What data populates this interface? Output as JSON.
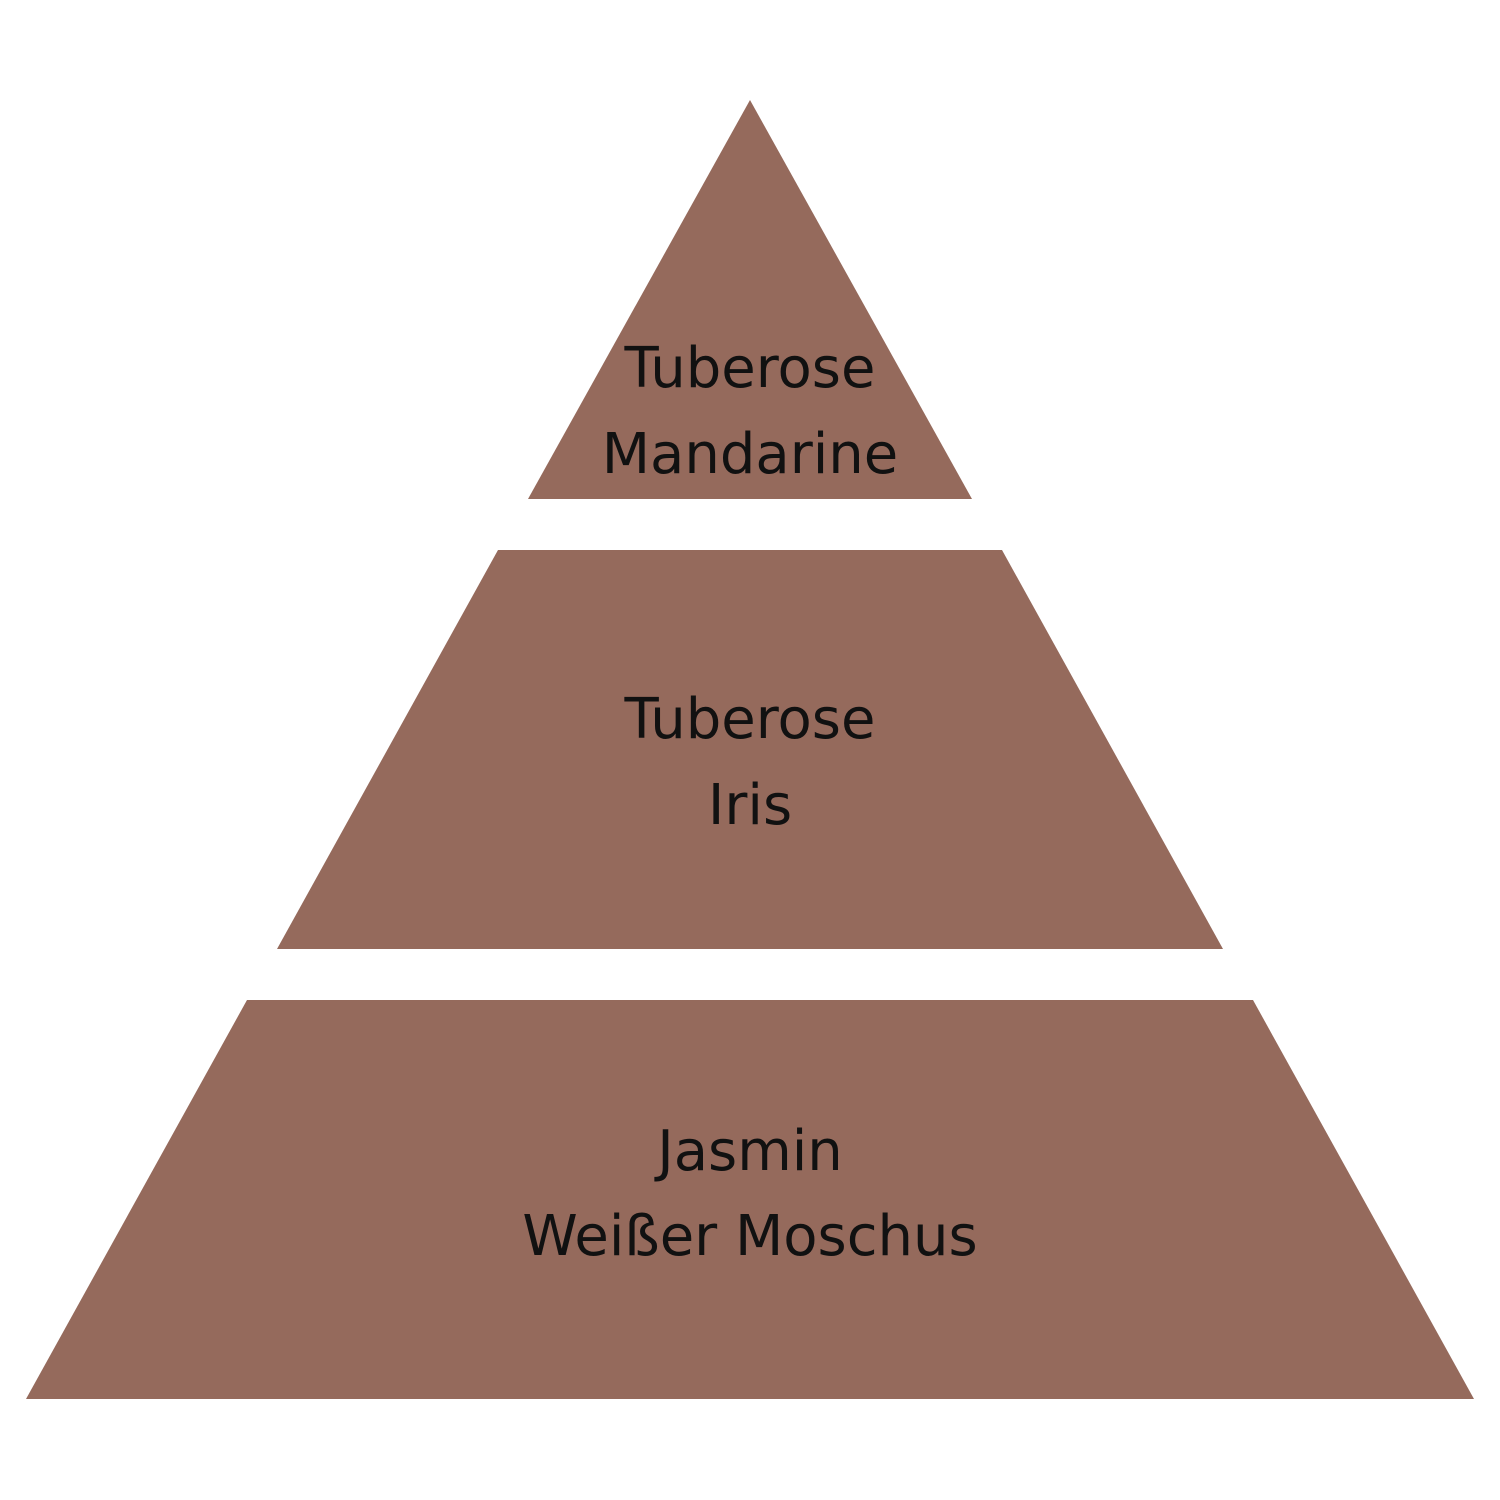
{
  "colors": {
    "tier_fill": "#956a5c",
    "label_text": "#111111",
    "background": "#ffffff"
  },
  "pyramid": {
    "tiers": [
      {
        "name": "top",
        "lines": [
          "Tuberose",
          "Mandarine"
        ]
      },
      {
        "name": "middle",
        "lines": [
          "Tuberose",
          "Iris"
        ]
      },
      {
        "name": "base",
        "lines": [
          "Jasmin",
          "Weißer Moschus"
        ]
      }
    ]
  }
}
